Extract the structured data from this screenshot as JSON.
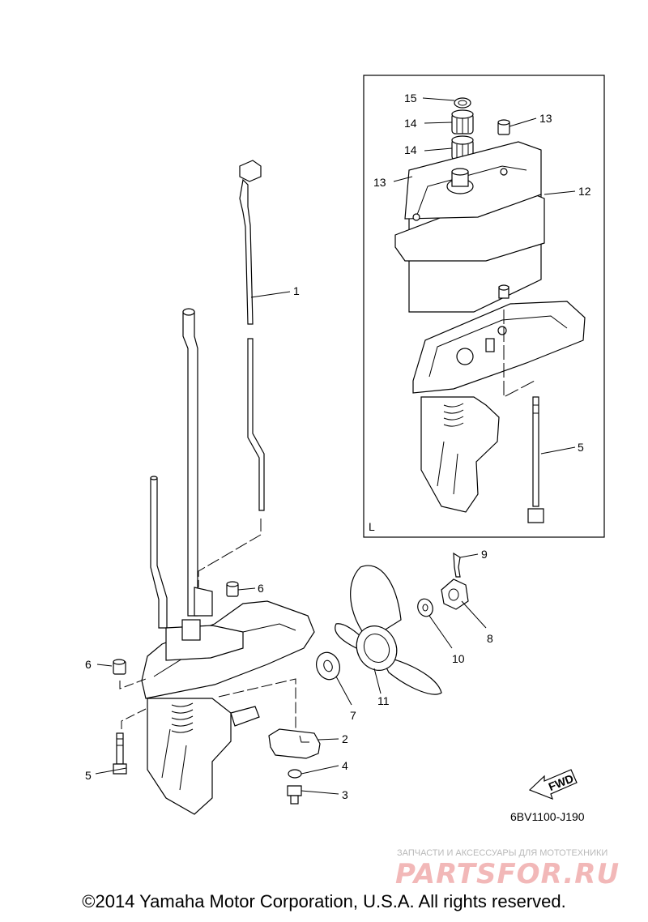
{
  "diagram": {
    "inset_letter": "L",
    "part_code": "6BV1100-J190",
    "fwd_label": "FWD",
    "callouts": {
      "c1": "1",
      "c2": "2",
      "c3": "3",
      "c4": "4",
      "c5_inset": "5",
      "c5_main": "5",
      "c6_top": "6",
      "c6_left": "6",
      "c7": "7",
      "c8": "8",
      "c9": "9",
      "c10": "10",
      "c11": "11",
      "c12": "12",
      "c13_right": "13",
      "c13_left": "13",
      "c14_top": "14",
      "c14_bottom": "14",
      "c15": "15"
    }
  },
  "watermark": {
    "tagline": "ЗАПЧАСТИ И АКСЕССУАРЫ ДЛЯ МОТОТЕХНИКИ",
    "brand": "PARTSFOR.RU"
  },
  "footer": {
    "copyright": "©2014 Yamaha Motor Corporation, U.S.A. All rights reserved."
  }
}
